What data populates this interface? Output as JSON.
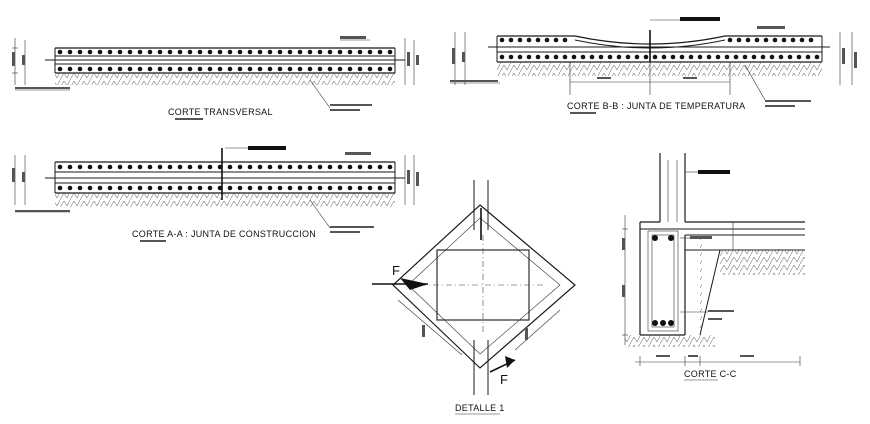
{
  "labels": {
    "corte_transversal": "CORTE TRANSVERSAL",
    "corte_bb": "CORTE B-B : JUNTA DE TEMPERATURA",
    "corte_aa": "CORTE A-A : JUNTA DE CONSTRUCCION",
    "detalle_1": "DETALLE 1",
    "corte_cc": "CORTE C-C",
    "force": "F"
  },
  "colors": {
    "ink": "#111111",
    "paper": "#ffffff"
  }
}
